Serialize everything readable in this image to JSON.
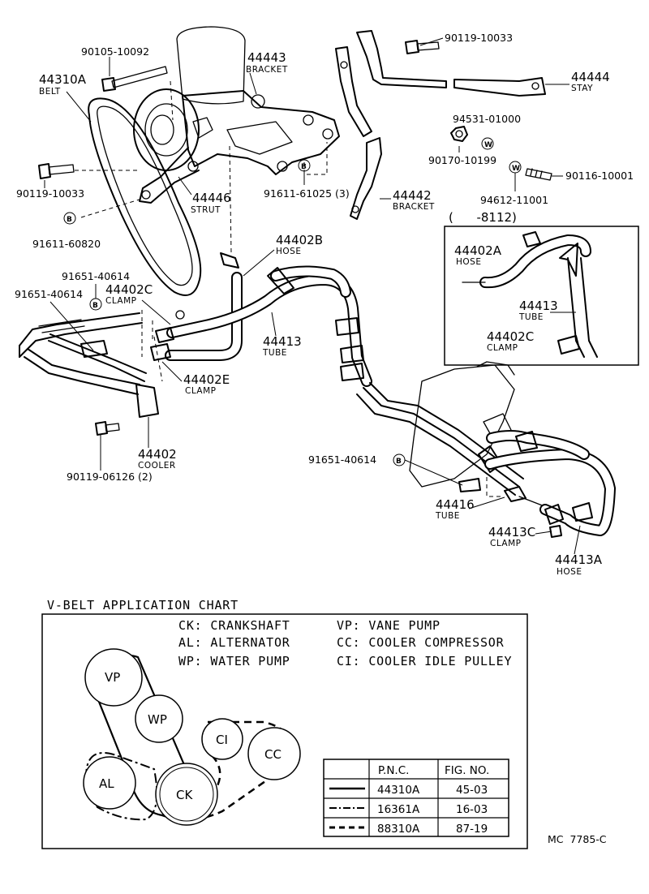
{
  "labels": {
    "bolt_top": "90105-10092",
    "belt_no": "44310A",
    "belt_name": "BELT",
    "bracket_no": "44443",
    "bracket_name": "BRACKET",
    "bolt_stay": "90119-10033",
    "stay_no": "44444",
    "stay_name": "STAY",
    "nut_no": "94531-01000",
    "nut_badge": "W",
    "nut2_no": "90170-10199",
    "bolt_left": "90119-10033",
    "strut_no": "44446",
    "strut_name": "STRUT",
    "bolt_b_no": "91611-61025 (3)",
    "bolt_b_badge": "B",
    "washer_badge": "W",
    "stud_no": "90116-10001",
    "bracket2_no": "44442",
    "bracket2_name": "BRACKET",
    "washer_no": "94612-11001",
    "bolt_b2_badge": "B",
    "bolt_b2_no": "91611-60820",
    "inset_title": "(      -8112)",
    "hose_no": "44402B",
    "hose_name": "HOSE",
    "inset_hose_no": "44402A",
    "inset_hose_name": "HOSE",
    "bolt_cl1": "91651-40614",
    "bolt_cl2": "91651-40614",
    "clamp_c_no": "44402C",
    "clamp_c_name": "CLAMP",
    "clamp_badge": "B",
    "tube_no": "44413",
    "tube_name": "TUBE",
    "inset_tube_no": "44413",
    "inset_tube_name": "TUBE",
    "inset_clamp_no": "44402C",
    "inset_clamp_name": "CLAMP",
    "clamp_e_no": "44402E",
    "clamp_e_name": "CLAMP",
    "cooler_no": "44402",
    "cooler_name": "COOLER",
    "bolt_cooler": "90119-06126 (2)",
    "bolt_tube_no": "91651-40614",
    "bolt_tube_badge": "B",
    "tube2_no": "44416",
    "tube2_name": "TUBE",
    "clamp3_no": "44413C",
    "clamp3_name": "CLAMP",
    "hose2_no": "44413A",
    "hose2_name": "HOSE",
    "ref": "MC  7785-C"
  },
  "vbelt_chart": {
    "title": "V-BELT APPLICATION CHART",
    "legend": [
      "CK: CRANKSHAFT",
      "AL: ALTERNATOR",
      "WP: WATER PUMP",
      "VP: VANE PUMP",
      "CC: COOLER COMPRESSOR",
      "CI: COOLER IDLE PULLEY"
    ],
    "pulleys": [
      "VP",
      "WP",
      "CI",
      "CC",
      "AL",
      "CK"
    ],
    "table": {
      "headers": [
        "",
        "P.N.C.",
        "FIG. NO."
      ],
      "rows": [
        {
          "line_style": "solid",
          "pnc": "44310A",
          "fig": "45-03"
        },
        {
          "line_style": "dash-dot",
          "pnc": "16361A",
          "fig": "16-03"
        },
        {
          "line_style": "dashed",
          "pnc": "88310A",
          "fig": "87-19"
        }
      ]
    }
  }
}
